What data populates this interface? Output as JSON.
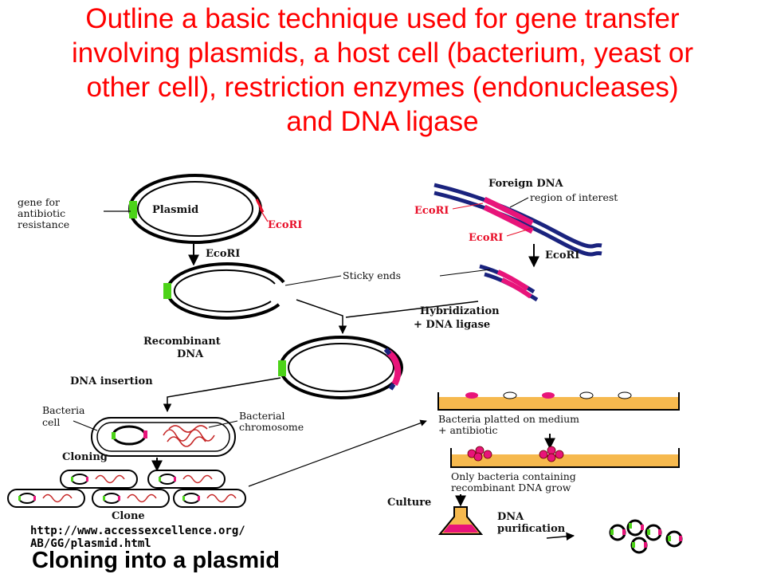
{
  "title_lines": [
    "Outline a basic technique used for gene transfer",
    "involving plasmids, a host cell (bacterium, yeast or",
    "other cell), restriction enzymes (endonucleases)",
    "and DNA ligase"
  ],
  "labels": {
    "gene_for": "gene for",
    "antibiotic": "antibiotic",
    "resistance": "resistance",
    "plasmid": "Plasmid",
    "ecori_red": "EcoRI",
    "ecori_arrow": "EcoRI",
    "foreign_dna": "Foreign DNA",
    "region_of_interest": "region of interest",
    "sticky_ends": "Sticky ends",
    "hybridization": "Hybridization",
    "dna_ligase": "+ DNA ligase",
    "recombinant": "Recombinant",
    "dna": "DNA",
    "dna_insertion": "DNA insertion",
    "bacteria": "Bacteria",
    "cell": "cell",
    "bacterial": "Bacterial",
    "chromosome": "chromosome",
    "cloning": "Cloning",
    "clone": "Clone",
    "platted_1": "Bacteria platted on medium",
    "platted_2": "+ antibiotic",
    "only_1": "Only bacteria containing",
    "only_2": "recombinant DNA grow",
    "culture": "Culture",
    "dna_purif_1": "DNA",
    "dna_purif_2": "purification",
    "url_1": "http://www.accessexcellence.org/",
    "url_2": "AB/GG/plasmid.html",
    "caption": "Cloning into a plasmid"
  },
  "colors": {
    "title": "#ff0000",
    "label_red": "#e8102a",
    "insert_pink": "#e8147a",
    "dna_navy": "#1a237e",
    "resistance_green": "#4cd318",
    "plate_orange": "#f6b94e"
  }
}
